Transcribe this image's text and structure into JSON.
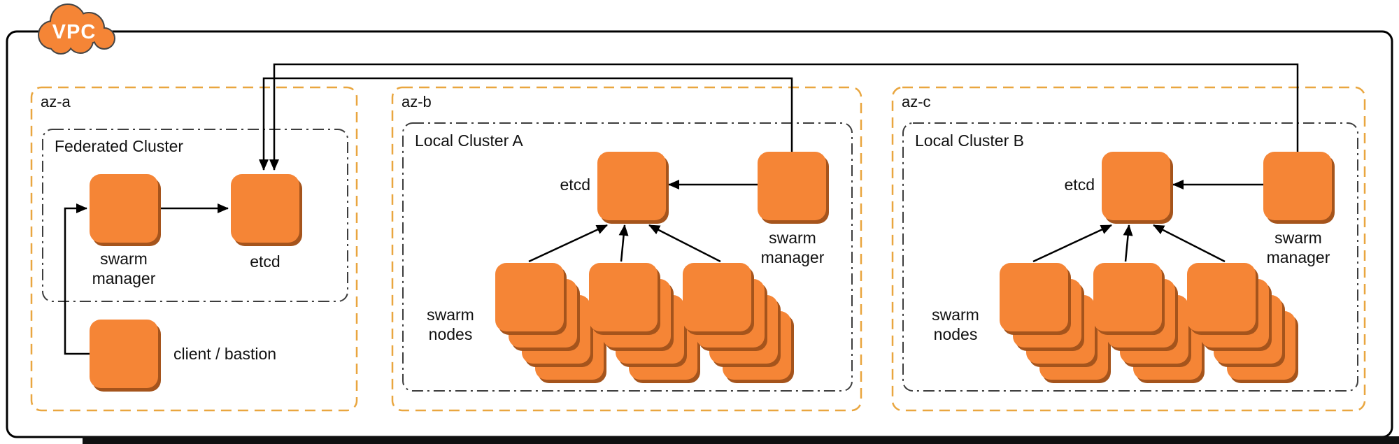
{
  "vpc": {
    "label": "VPC"
  },
  "zones": {
    "az_a": {
      "label": "az-a",
      "cluster_title": "Federated Cluster",
      "nodes": {
        "swarm_manager": "swarm manager",
        "etcd": "etcd",
        "client_bastion": "client / bastion"
      }
    },
    "az_b": {
      "label": "az-b",
      "cluster_title": "Local Cluster A",
      "nodes": {
        "etcd": "etcd",
        "swarm_manager": "swarm manager",
        "swarm_nodes": "swarm nodes"
      },
      "swarm_node_stacks": 3,
      "nodes_per_stack": 4
    },
    "az_c": {
      "label": "az-c",
      "cluster_title": "Local Cluster B",
      "nodes": {
        "etcd": "etcd",
        "swarm_manager": "swarm manager",
        "swarm_nodes": "swarm nodes"
      },
      "swarm_node_stacks": 3,
      "nodes_per_stack": 4
    }
  },
  "connections": [
    "az-a: swarm manager -> etcd",
    "az-a: client / bastion -> swarm manager",
    "az-b: swarm manager -> local etcd",
    "az-b: swarm nodes -> local etcd (x3)",
    "az-b: swarm manager -> federated etcd in az-a",
    "az-c: swarm manager -> local etcd",
    "az-c: swarm nodes -> local etcd (x3)",
    "az-c: swarm manager -> federated etcd in az-a"
  ],
  "colors": {
    "node_fill": "#F58536",
    "node_shadow": "#A5541C",
    "az_border": "#E9A63F",
    "cluster_border": "#3D3D3D",
    "vpc_border": "#000000",
    "cloud_fill": "#F58536",
    "cloud_outline": "#454545",
    "connector": "#000000"
  }
}
